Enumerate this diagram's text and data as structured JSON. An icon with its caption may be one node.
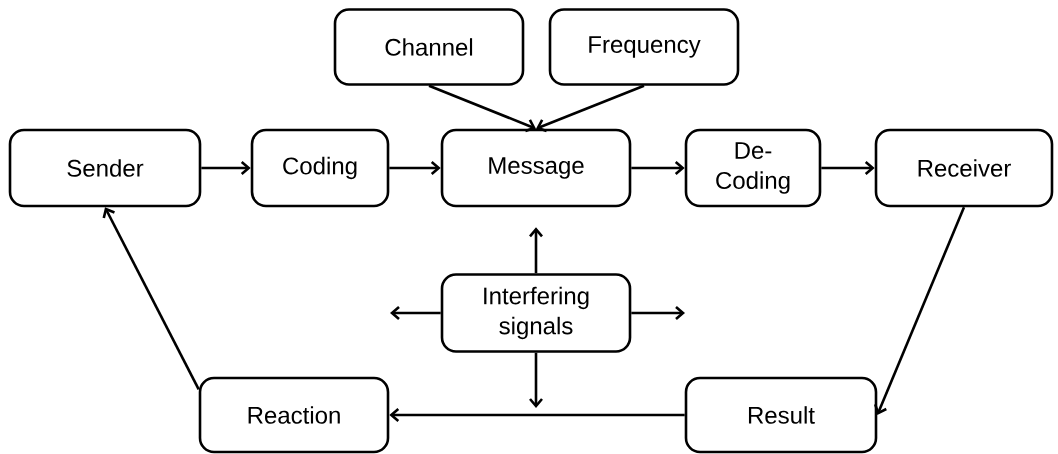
{
  "diagram": {
    "nodes": [
      {
        "text": [
          "Channel"
        ]
      },
      {
        "text": [
          "Frequency"
        ]
      },
      {
        "text": [
          "Sender"
        ]
      },
      {
        "text": [
          "Coding"
        ]
      },
      {
        "text": [
          "Message"
        ]
      },
      {
        "text": [
          "De- Coding"
        ]
      },
      {
        "text": [
          "Receiver"
        ]
      },
      {
        "text": [
          "Interfering signals"
        ]
      },
      {
        "text": [
          "Reaction"
        ]
      },
      {
        "text": [
          "Result"
        ]
      }
    ],
    "edges": [
      {
        "from": 0,
        "to": 4,
        "arrow": "to"
      },
      {
        "from": 1,
        "to": 4,
        "arrow": "to"
      },
      {
        "from": 2,
        "to": 3,
        "arrow": "to"
      },
      {
        "from": 3,
        "to": 4,
        "arrow": "to"
      },
      {
        "from": 4,
        "to": 5,
        "arrow": "to"
      },
      {
        "from": 5,
        "to": 6,
        "arrow": "to"
      },
      {
        "from": 6,
        "to": 9,
        "arrow": "to"
      },
      {
        "from": 9,
        "to": 8,
        "arrow": "to"
      },
      {
        "from": 8,
        "to": 2,
        "arrow": "to"
      },
      {
        "from": 7,
        "to": 4,
        "arrow": "to"
      },
      {
        "from": 7,
        "to": null,
        "arrow": "to"
      },
      {
        "from": 7,
        "to": null,
        "arrow": "to"
      },
      {
        "from": 7,
        "to": null,
        "arrow": "to"
      }
    ]
  }
}
